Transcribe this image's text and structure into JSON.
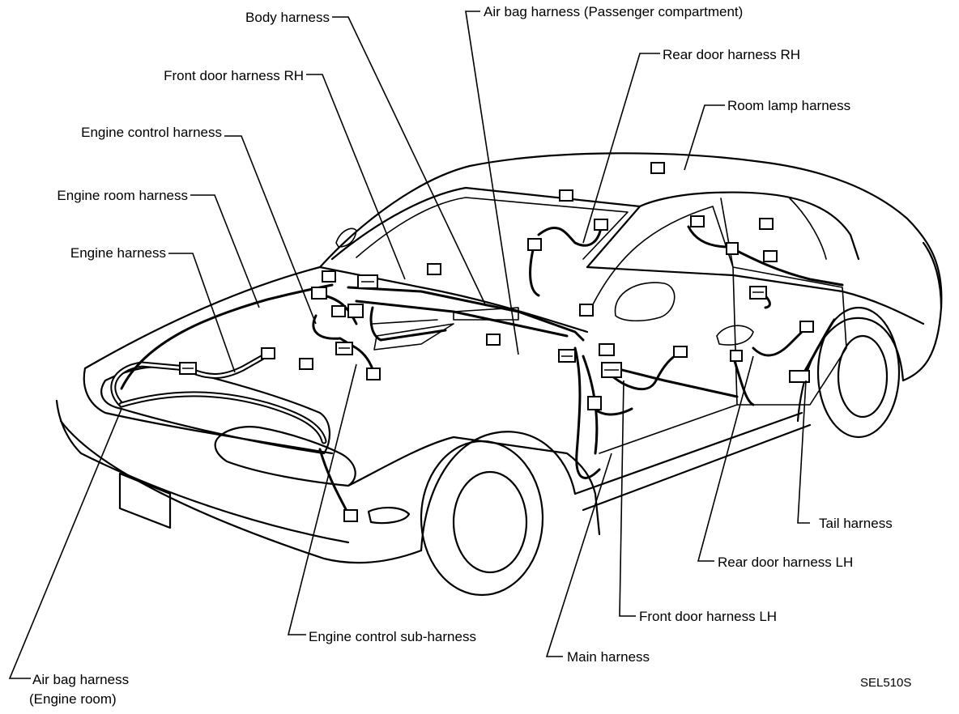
{
  "labels": {
    "body_harness": "Body harness",
    "airbag_passenger": "Air bag harness (Passenger compartment)",
    "rear_door_rh": "Rear door harness RH",
    "room_lamp": "Room lamp harness",
    "front_door_rh": "Front door harness RH",
    "engine_control": "Engine control harness",
    "engine_room": "Engine room harness",
    "engine": "Engine harness",
    "tail": "Tail harness",
    "rear_door_lh": "Rear door harness LH",
    "front_door_lh": "Front door harness LH",
    "engine_control_sub": "Engine control sub-harness",
    "main": "Main harness",
    "airbag_engine_room_line1": "Air bag harness",
    "airbag_engine_room_line2": "(Engine room)"
  },
  "figure_code": "SEL510S"
}
